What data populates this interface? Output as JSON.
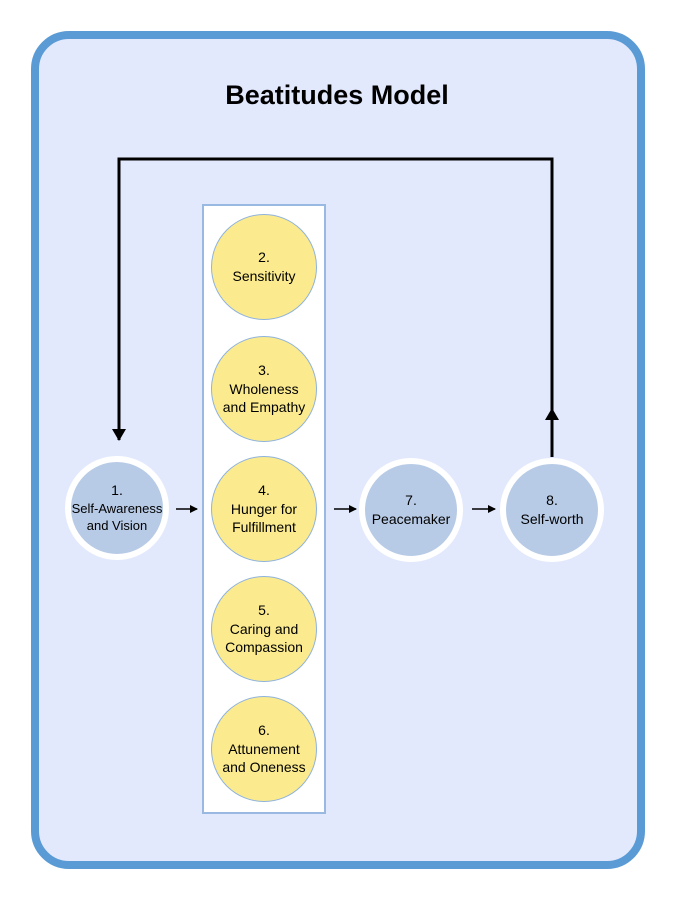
{
  "title": "Beatitudes Model",
  "colors": {
    "frame_border": "#5b9bd5",
    "background": "#e3e9fd",
    "yellow_node": "#fbeb8e",
    "blue_node": "#b8cbe6"
  },
  "nodes": {
    "n1": {
      "num": "1.",
      "label": "Self-Awareness\nand Vision"
    },
    "n2": {
      "num": "2.",
      "label": "Sensitivity"
    },
    "n3": {
      "num": "3.",
      "label": "Wholeness\nand Empathy"
    },
    "n4": {
      "num": "4.",
      "label": "Hunger for\nFulfillment"
    },
    "n5": {
      "num": "5.",
      "label": "Caring and\nCompassion"
    },
    "n6": {
      "num": "6.",
      "label": "Attunement\nand Oneness"
    },
    "n7": {
      "num": "7.",
      "label": "Peacemaker"
    },
    "n8": {
      "num": "8.",
      "label": "Self-worth"
    }
  }
}
